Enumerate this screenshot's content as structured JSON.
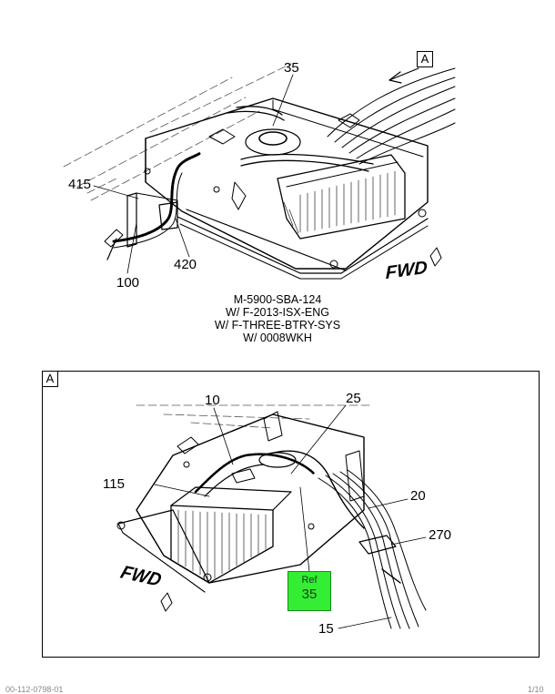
{
  "top_view": {
    "callout_tag": "A",
    "callouts": {
      "c35": "35",
      "c415": "415",
      "c420": "420",
      "c100": "100"
    },
    "fwd_label": "FWD",
    "caption": [
      "M-5900-SBA-124",
      "W/ F-2013-ISX-ENG",
      "W/ F-THREE-BTRY-SYS",
      "W/ 0008WKH"
    ]
  },
  "detail_view": {
    "frame_tag": "A",
    "callouts": {
      "c10": "10",
      "c25": "25",
      "c115": "115",
      "c20": "20",
      "c270": "270",
      "c15": "15"
    },
    "ref_box": {
      "line1": "Ref",
      "line2": "35",
      "color": "#33ee33"
    },
    "fwd_label": "FWD"
  },
  "footer": {
    "left": "00-112-0798-01",
    "right": "1/10"
  }
}
